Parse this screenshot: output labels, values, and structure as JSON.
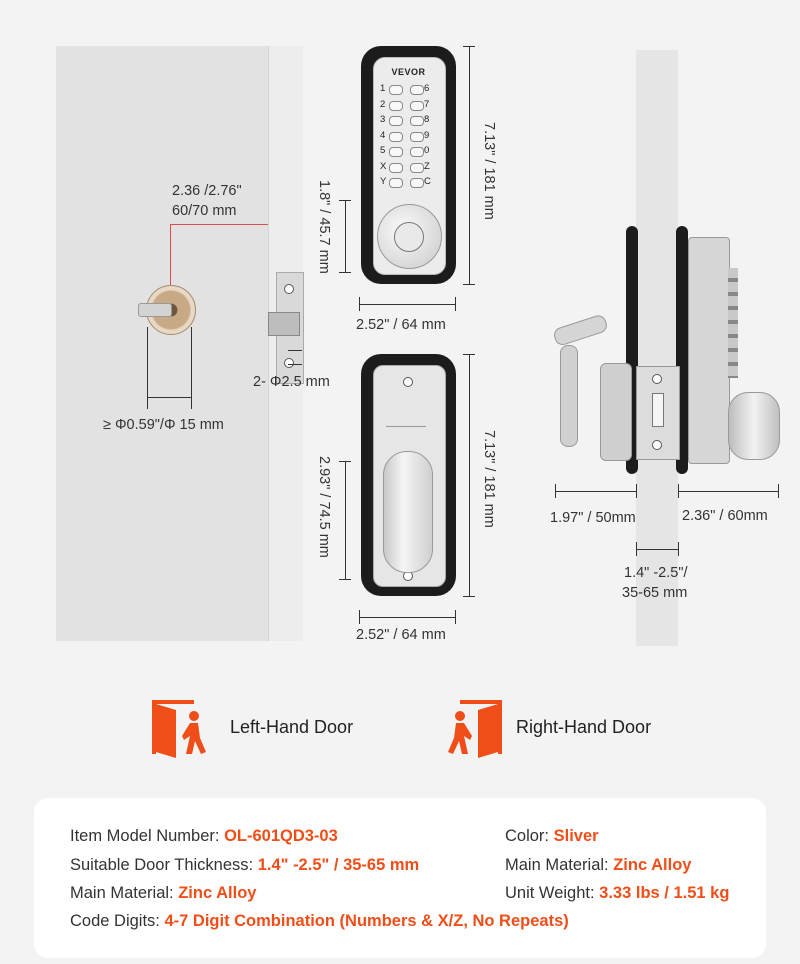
{
  "brand": "VEVOR",
  "keypad": {
    "left_keys": [
      "1",
      "2",
      "3",
      "4",
      "5",
      "X",
      "Y"
    ],
    "right_keys": [
      "6",
      "7",
      "8",
      "9",
      "0",
      "Z",
      "C"
    ]
  },
  "dimensions": {
    "hole_spacing_line1": "2.36 /2.76\"",
    "hole_spacing_line2": "60/70 mm",
    "hole_diameter": "≥ Φ0.59\"/Φ 15 mm",
    "screw_holes": "2- Φ2.5 mm",
    "front_height": "7.13\" / 181 mm",
    "front_knob_height": "1.8\" / 45.7 mm",
    "front_width": "2.52\" / 64 mm",
    "back_height": "7.13\" / 181 mm",
    "back_lever_height": "2.93\" / 74.5 mm",
    "back_width": "2.52\" / 64 mm",
    "side_left": "1.97\" / 50mm",
    "side_right": "2.36\" / 60mm",
    "thickness_line1": "1.4\" -2.5\"/",
    "thickness_line2": "35-65 mm"
  },
  "door_types": {
    "left": "Left-Hand Door",
    "right": "Right-Hand Door",
    "icon_color": "#f04e18"
  },
  "specs": {
    "model_label": "Item Model Number:",
    "model_value": "OL-601QD3-03",
    "thickness_label": "Suitable Door Thickness:",
    "thickness_value": "1.4\" -2.5\" / 35-65 mm",
    "material_label": "Main Material:",
    "material_value": "Zinc Alloy",
    "digits_label": "Code Digits:",
    "digits_value": "4-7 Digit Combination (Numbers & X/Z, No Repeats)",
    "color_label": "Color:",
    "color_value": "Sliver",
    "material2_label": "Main Material:",
    "material2_value": "Zinc Alloy",
    "weight_label": "Unit Weight:",
    "weight_value": "3.33 lbs / 1.51 kg"
  }
}
